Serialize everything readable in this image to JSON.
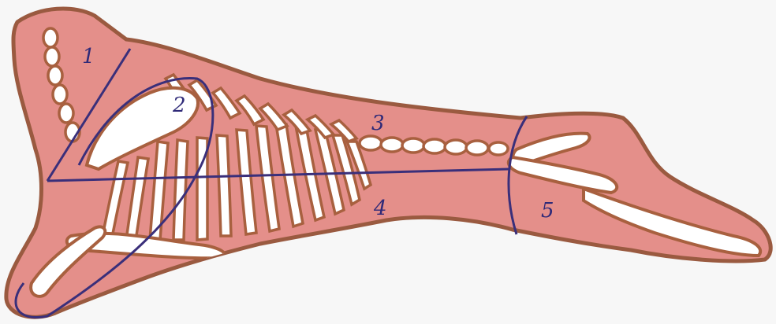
{
  "colors": {
    "background": "#f7f7f7",
    "carcass_fill": "#e48f8a",
    "carcass_outline": "#9a5a40",
    "bone_fill": "#ffffff",
    "bone_outline": "#a8603f",
    "cut_line": "#3a2f7a",
    "label": "#2f2a78"
  },
  "cut_labels": {
    "c1": "1",
    "c2": "2",
    "c3": "3",
    "c4": "4",
    "c5": "5"
  }
}
